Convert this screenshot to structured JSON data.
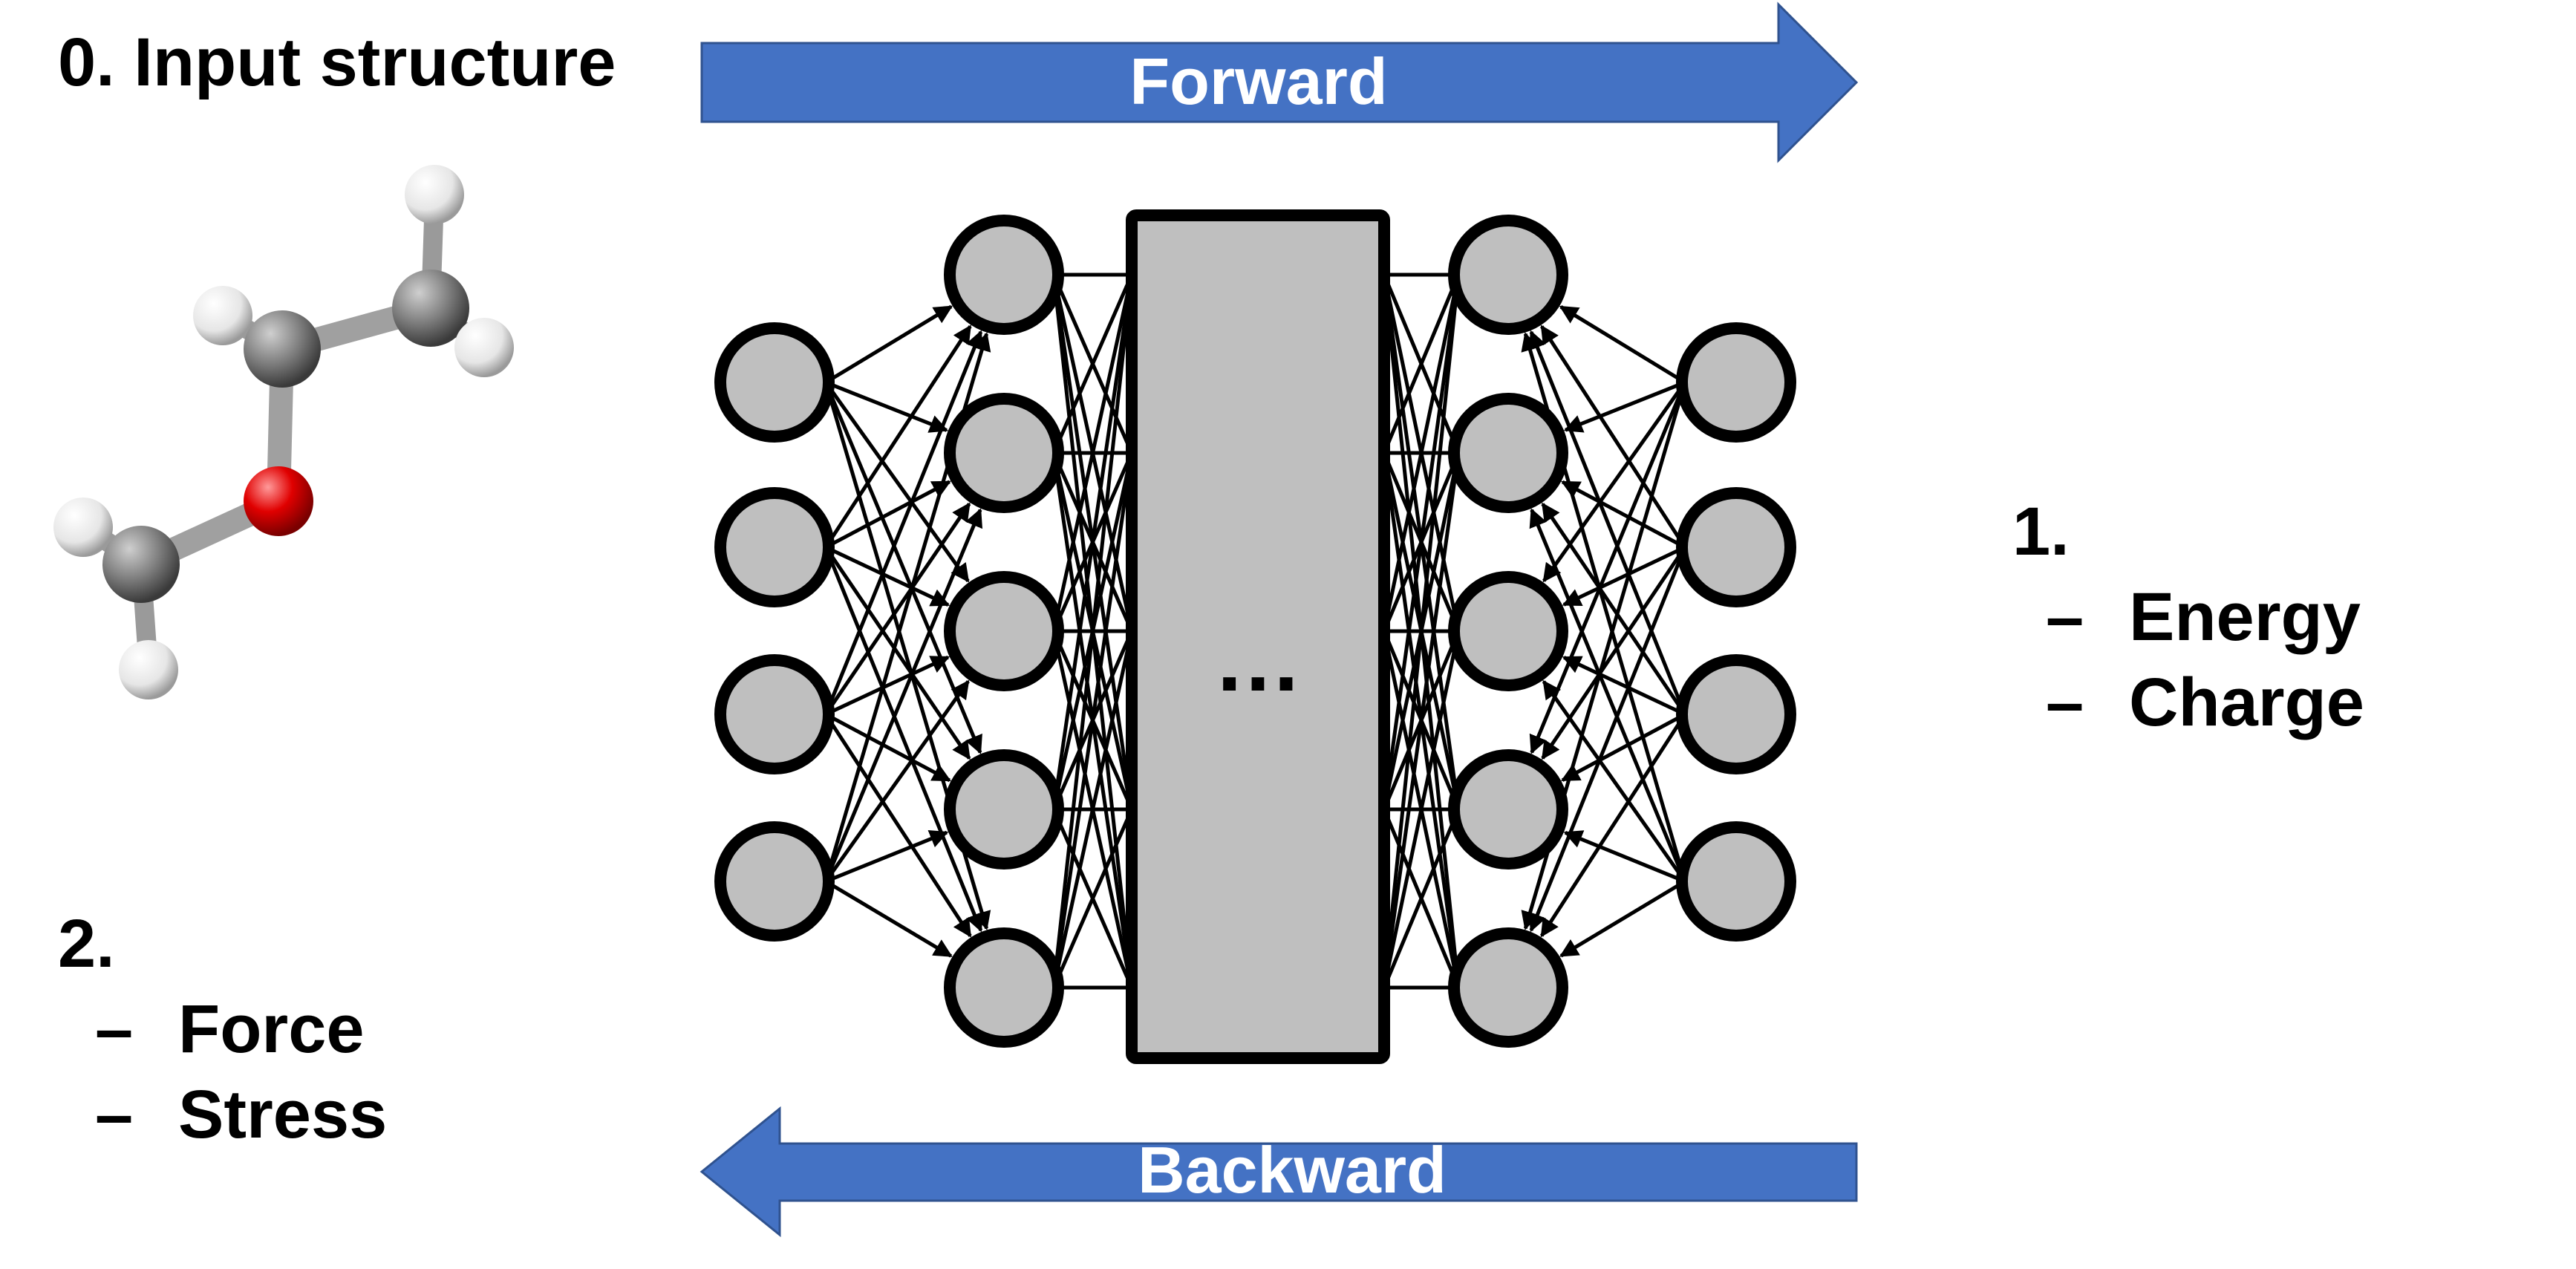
{
  "input": {
    "title": "0. Input structure"
  },
  "arrows": {
    "forward_label": "Forward",
    "backward_label": "Backward",
    "color": "#4472c4",
    "text_color": "#ffffff"
  },
  "network": {
    "hidden_block_label": "…",
    "node_fill": "#bfbfbf",
    "block_fill": "#bfbfbf",
    "stroke": "#000000",
    "layers": [
      4,
      5,
      5,
      4
    ]
  },
  "outputs_first": {
    "number": "1.",
    "items": [
      {
        "dash": "–",
        "text": "Energy"
      },
      {
        "dash": "–",
        "text": "Charge"
      }
    ]
  },
  "outputs_second": {
    "number": "2.",
    "items": [
      {
        "dash": "–",
        "text": "Force"
      },
      {
        "dash": "–",
        "text": "Stress"
      }
    ]
  },
  "molecule": {
    "carbon_color": "#7f7f7f",
    "oxygen_color": "#e00000",
    "hydrogen_color": "#f2f2f2"
  }
}
